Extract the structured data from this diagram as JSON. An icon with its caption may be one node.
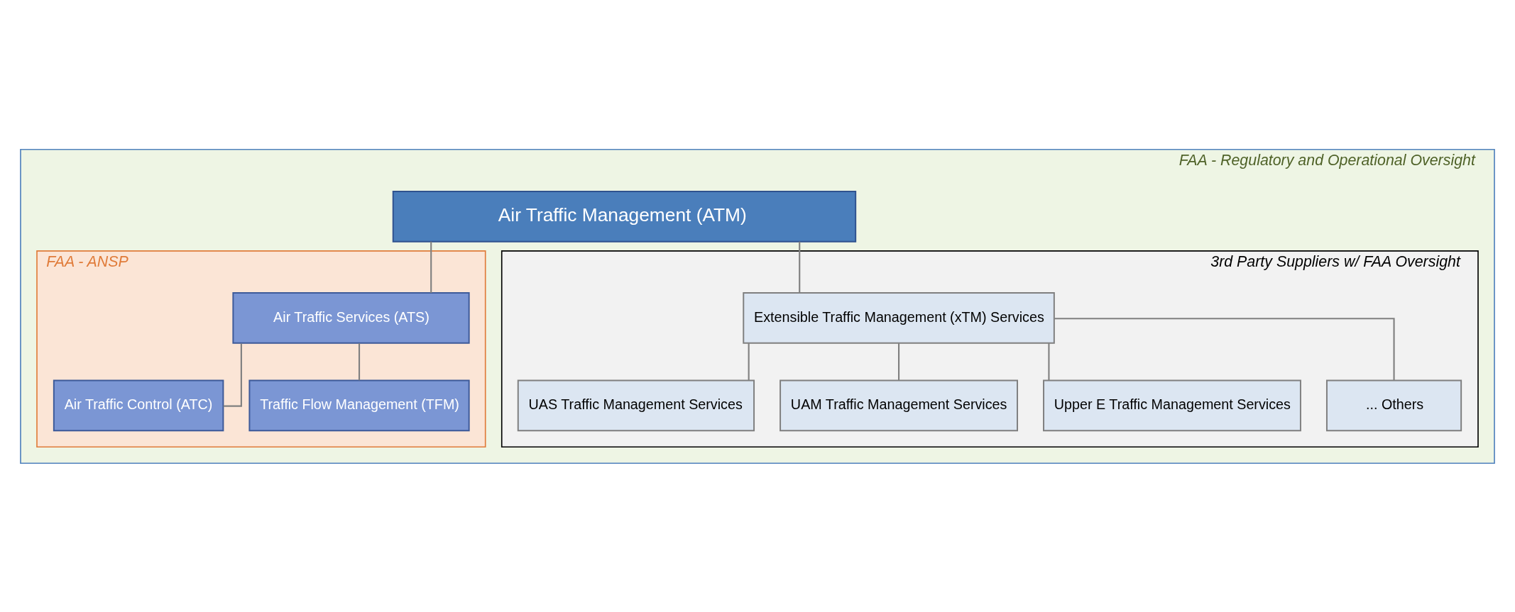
{
  "diagram": {
    "nodes": [
      {
        "text": [
          "FAA - Regulatory and Operational Oversight"
        ]
      },
      {
        "text": [
          "Air Traffic Management (ATM)"
        ],
        "in": 0
      },
      {
        "text": [
          "FAA - ANSP"
        ],
        "in": 0
      },
      {
        "text": [
          "Air Traffic Services (ATS)"
        ],
        "in": 2
      },
      {
        "text": [
          "Air Traffic Control (ATC)"
        ],
        "in": 2
      },
      {
        "text": [
          "Traffic Flow Management (TFM)"
        ],
        "in": 2
      },
      {
        "text": [
          "3rd Party Suppliers w/ FAA Oversight"
        ],
        "in": 0
      },
      {
        "text": [
          "Extensible Traffic Management (xTM) Services"
        ],
        "in": 6
      },
      {
        "text": [
          "UAS Traffic Management Services"
        ],
        "in": 6
      },
      {
        "text": [
          "UAM Traffic Management Services"
        ],
        "in": 6
      },
      {
        "text": [
          "Upper E Traffic Management Services"
        ],
        "in": 6
      },
      {
        "text": [
          "... Others"
        ],
        "in": 6
      }
    ],
    "edges": [
      {
        "from": 1,
        "to": 3,
        "arrow": "none"
      },
      {
        "from": 1,
        "to": 7,
        "arrow": "none"
      },
      {
        "from": 3,
        "to": 4,
        "arrow": "none"
      },
      {
        "from": 3,
        "to": 5,
        "arrow": "none"
      },
      {
        "from": 7,
        "to": 8,
        "arrow": "none"
      },
      {
        "from": 7,
        "to": 9,
        "arrow": "none"
      },
      {
        "from": 7,
        "to": 10,
        "arrow": "none"
      },
      {
        "from": 7,
        "to": 11,
        "arrow": "none"
      }
    ]
  }
}
